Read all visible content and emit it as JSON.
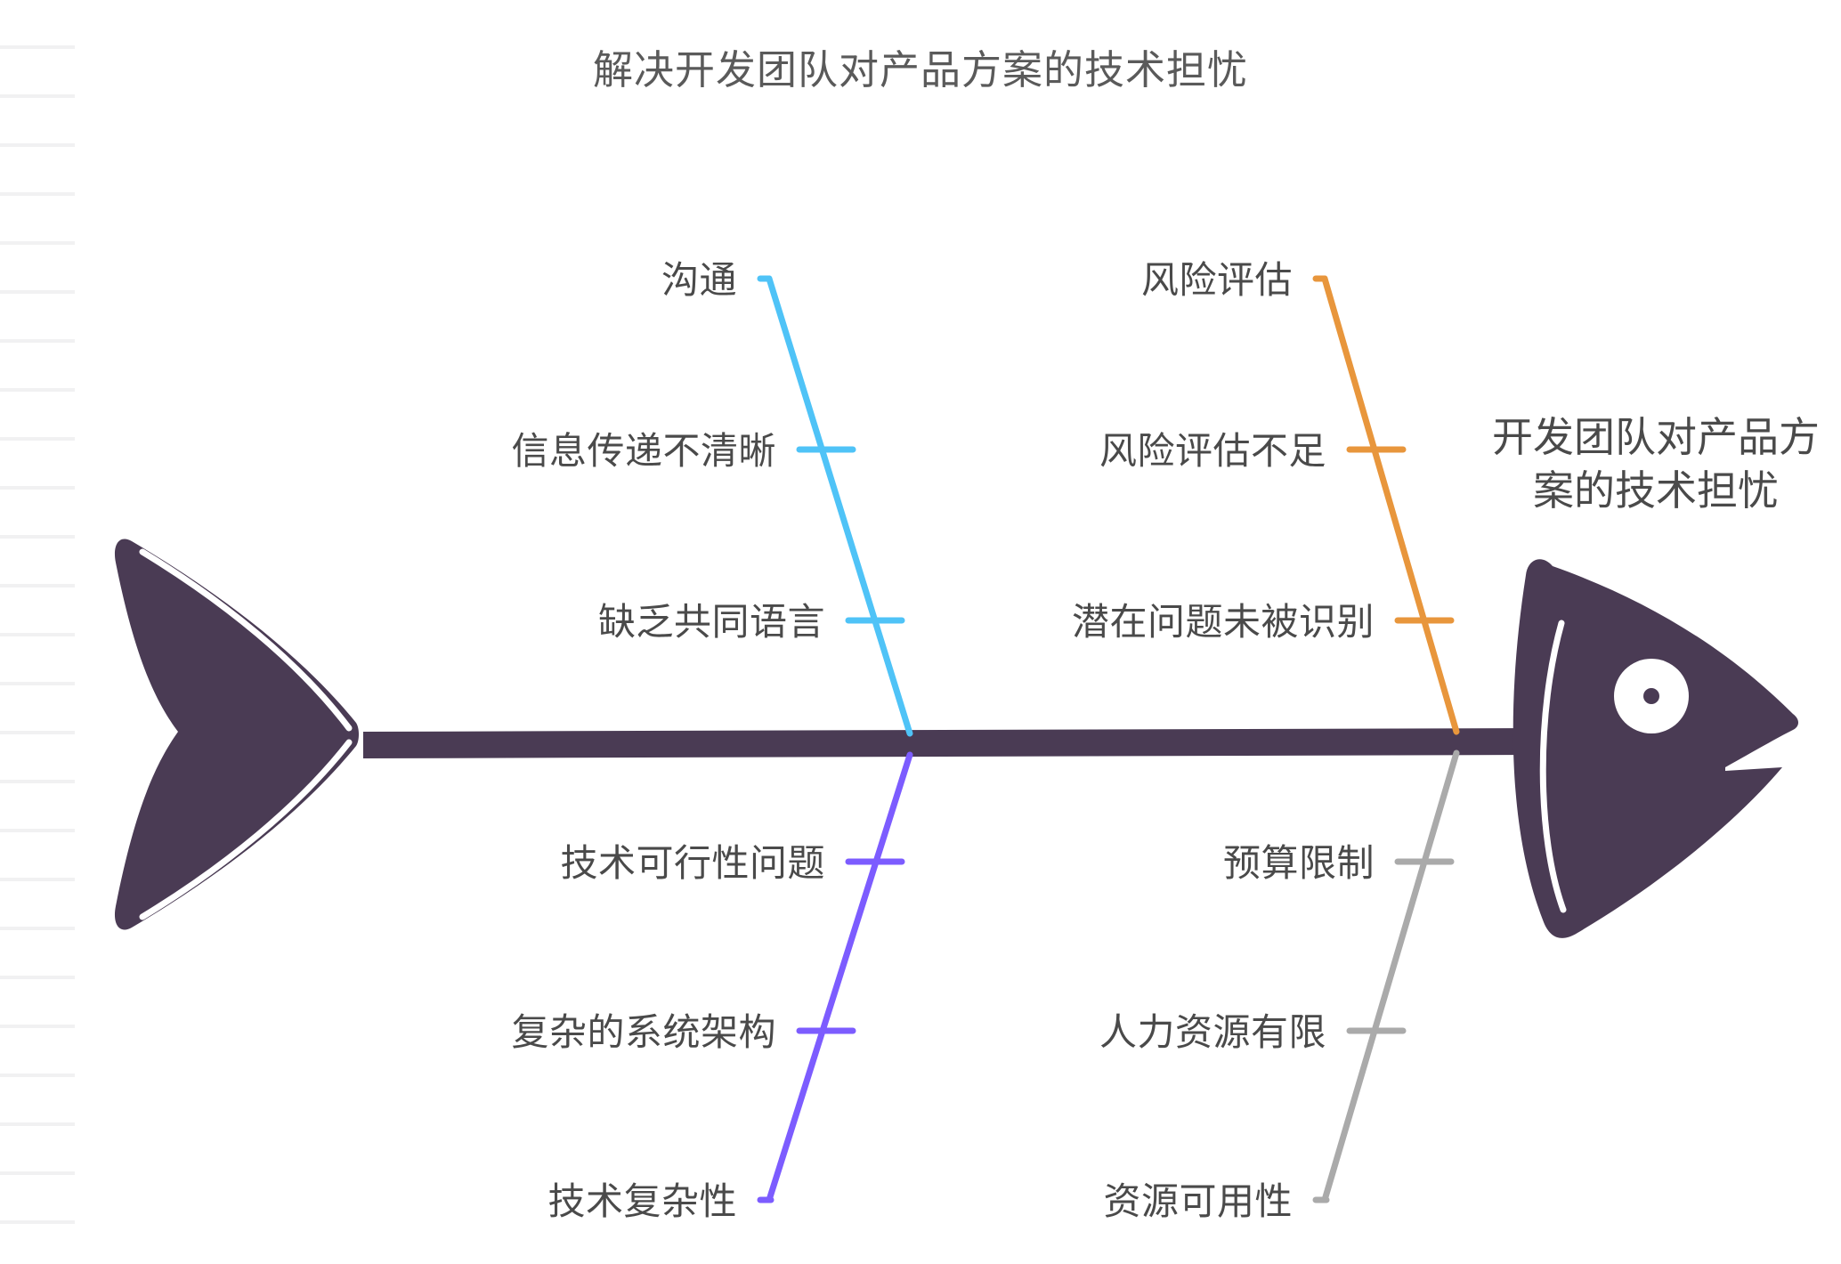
{
  "chart_data": {
    "type": "diagram",
    "diagram_type": "fishbone",
    "title": "解决开发团队对产品方案的技术担忧",
    "effect": "开发团队对产品方案的技术担忧",
    "effect_lines": [
      "开发团队对产品方",
      "案的技术担忧"
    ],
    "spine_color": "#4a3b54",
    "categories": [
      {
        "name": "沟通",
        "position": "upper-left",
        "color": "#4fc3f7",
        "causes": [
          "信息传递不清晰",
          "缺乏共同语言"
        ]
      },
      {
        "name": "风险评估",
        "position": "upper-right",
        "color": "#e8963c",
        "causes": [
          "风险评估不足",
          "潜在问题未被识别"
        ]
      },
      {
        "name": "技术复杂性",
        "position": "lower-left",
        "color": "#7c5cff",
        "causes": [
          "技术可行性问题",
          "复杂的系统架构"
        ]
      },
      {
        "name": "资源可用性",
        "position": "lower-right",
        "color": "#aaaaaa",
        "causes": [
          "预算限制",
          "人力资源有限"
        ]
      }
    ]
  },
  "page": {
    "title": "解决开发团队对产品方案的技术担忧",
    "background": "#ffffff"
  },
  "head": {
    "line1": "开发团队对产品方",
    "line2": "案的技术担忧"
  },
  "labels": {
    "comm_header": "沟通",
    "comm_cause1": "信息传递不清晰",
    "comm_cause2": "缺乏共同语言",
    "risk_header": "风险评估",
    "risk_cause1": "风险评估不足",
    "risk_cause2": "潜在问题未被识别",
    "tech_header": "技术复杂性",
    "tech_cause1": "技术可行性问题",
    "tech_cause2": "复杂的系统架构",
    "res_header": "资源可用性",
    "res_cause1": "预算限制",
    "res_cause2": "人力资源有限"
  },
  "colors": {
    "spine": "#4a3b54",
    "cyan": "#4fc3f7",
    "orange": "#e8963c",
    "purple": "#7c5cff",
    "gray": "#aaaaaa",
    "text": "#4a4a4a",
    "title_text": "#5a5a5a",
    "rule": "#f1f1f2"
  }
}
